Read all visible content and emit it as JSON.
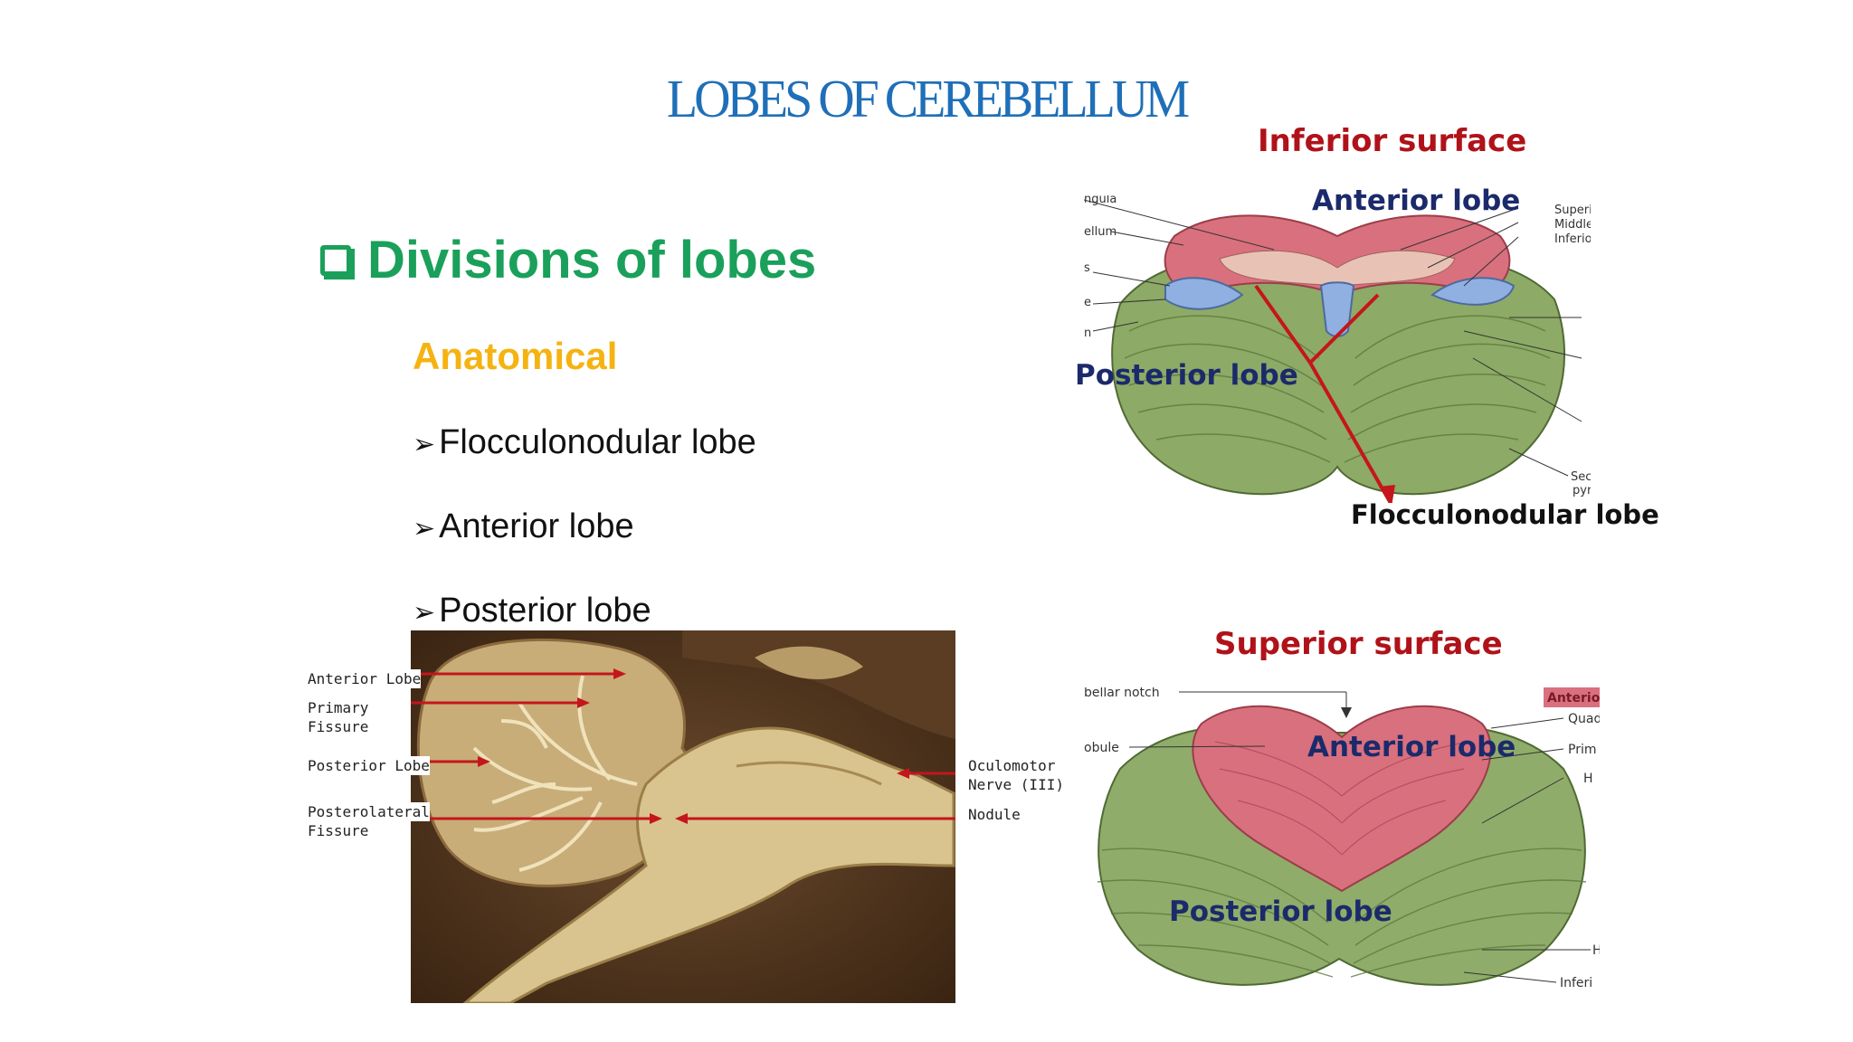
{
  "title": "LOBES OF CEREBELLUM",
  "heading": "Divisions of lobes",
  "subheading": "Anatomical",
  "bullets": [
    "Flocculonodular lobe",
    "Anterior lobe",
    "Posterior lobe"
  ],
  "inferior_figure": {
    "caption": "Inferior surface",
    "anterior": "Anterior lobe",
    "posterior": "Posterior lobe",
    "flocculonodular": "Flocculonodular lobe",
    "right_labels": [
      "Superi",
      "Middle",
      "Inferio",
      "Sec",
      "pyr"
    ],
    "left_labels": [
      "ngula",
      "ellum",
      "s",
      "e",
      "n"
    ]
  },
  "superior_figure": {
    "caption": "Superior surface",
    "anterior": "Anterior lobe",
    "posterior": "Posterior lobe",
    "top_label": "bellar notch",
    "left_label": "obule",
    "right_labels": [
      "Anterio",
      "Quad",
      "Prim",
      "H",
      "H",
      "Inferi"
    ]
  },
  "photo_figure": {
    "left_labels": [
      "Anterior Lobe",
      "Primary",
      "Fissure",
      "Posterior Lobe",
      "Posterolateral",
      "Fissure"
    ],
    "right_labels": [
      "Oculomotor",
      "Nerve (III)",
      "Nodule"
    ]
  },
  "colors": {
    "title": "#1f6fb8",
    "heading": "#1aa05a",
    "subheading": "#f5b312",
    "caption": "#b01219",
    "lobe_label": "#1b2a6b"
  }
}
